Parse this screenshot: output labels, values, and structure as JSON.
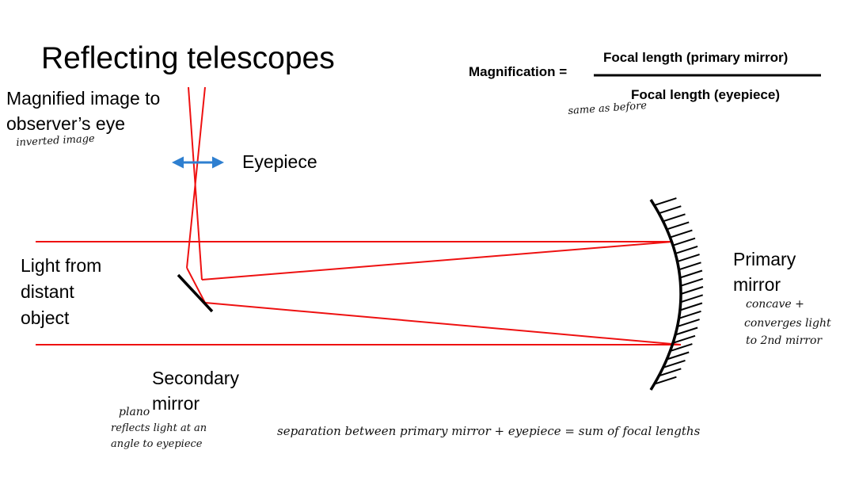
{
  "slide": {
    "title": "Reflecting telescopes"
  },
  "formula": {
    "lhs": "Magnification =",
    "numerator": "Focal length (primary mirror)",
    "denominator": "Focal length (eyepiece)",
    "note": "same as before"
  },
  "labels": {
    "magnified_image": [
      "Magnified image to",
      "observer’s eye"
    ],
    "magnified_image_note": "inverted image",
    "eyepiece": "Eyepiece",
    "light_source": [
      "Light from",
      "distant",
      "object"
    ],
    "primary_mirror": [
      "Primary",
      "mirror"
    ],
    "primary_mirror_note": [
      "concave +",
      "converges light",
      "to 2nd mirror"
    ],
    "secondary_mirror": [
      "Secondary",
      "mirror"
    ],
    "secondary_mirror_note": [
      "plano",
      "reflects light at an",
      "angle to eyepiece"
    ],
    "separation_note": "separation between primary mirror + eyepiece = sum of focal lengths"
  },
  "colors": {
    "ray": "#ee1111",
    "eyepiece_lens": "#2e7fd0",
    "mirror": "#000000",
    "text": "#000000"
  }
}
